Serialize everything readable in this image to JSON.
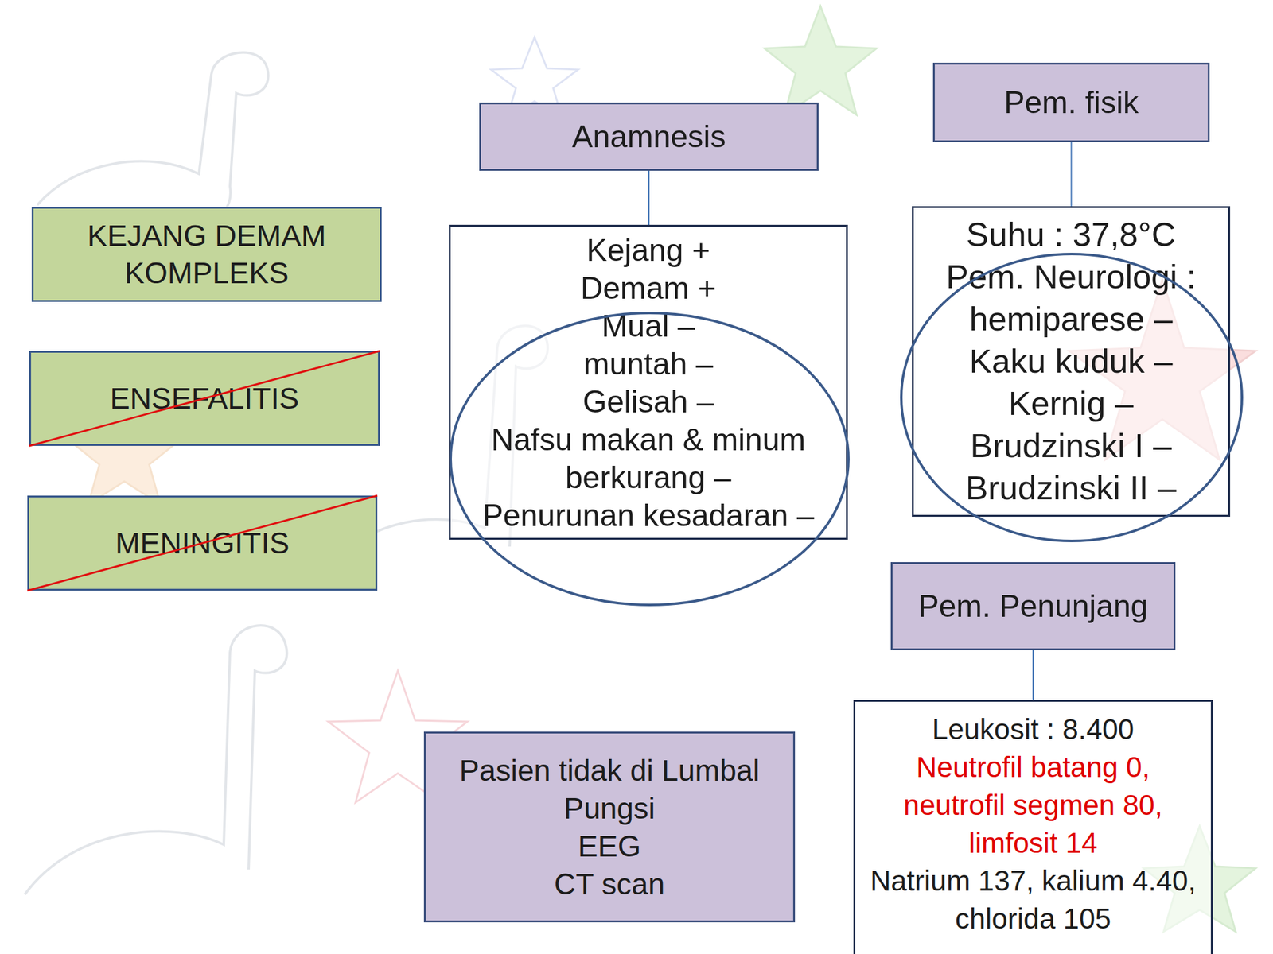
{
  "diagram": {
    "nodes": [
      {
        "text": [
          "KEJANG DEMAM KOMPLEKS"
        ]
      },
      {
        "text": [
          "ENSEFALITIS"
        ]
      },
      {
        "text": [
          "MENINGITIS"
        ]
      },
      {
        "text": [
          "Anamnesis"
        ]
      },
      {
        "text": [
          "Kejang +",
          "Demam +",
          "Mual –",
          "muntah –",
          "Gelisah –",
          "Nafsu makan & minum berkurang –",
          "Penurunan kesadaran –"
        ]
      },
      {
        "text": [
          "Pem. fisik"
        ]
      },
      {
        "text": [
          "Suhu : 37,8°C",
          "Pem. Neurologi :",
          "hemiparese –",
          "Kaku kuduk –",
          "Kernig –",
          "Brudzinski I –",
          "Brudzinski II –"
        ]
      },
      {
        "text": [
          "Pem. Penunjang"
        ]
      },
      {
        "text": [
          "Leukosit : 8.400",
          "Neutrofil batang 0, neutrofil segmen 80, limfosit 14",
          "Natrium 137, kalium 4.40, chlorida 105"
        ]
      },
      {
        "text": [
          "Pasien tidak di Lumbal Pungsi",
          "EEG",
          "CT scan"
        ]
      }
    ],
    "edges": [
      {
        "from": 3,
        "to": 4,
        "arrow": "none"
      },
      {
        "from": 5,
        "to": 6,
        "arrow": "none"
      },
      {
        "from": 7,
        "to": 8,
        "arrow": "none"
      }
    ]
  }
}
